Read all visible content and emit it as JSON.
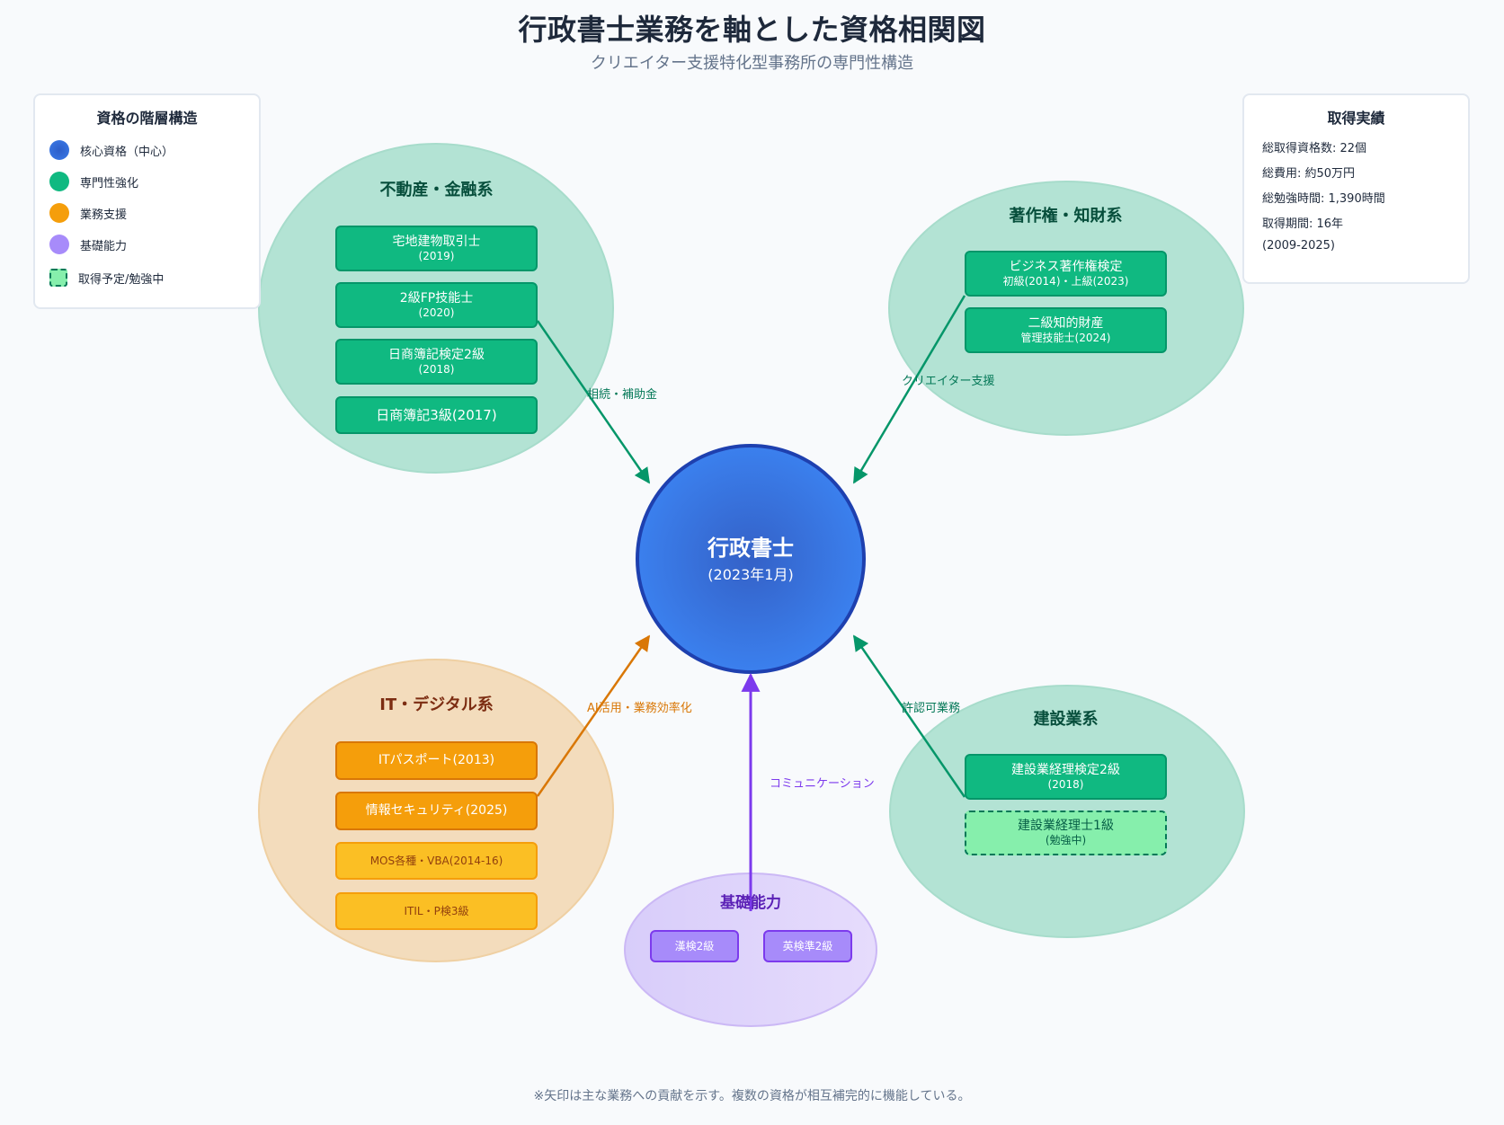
{
  "header": {
    "title": "行政書士業務を軸とした資格相関図",
    "subtitle": "クリエイター支援特化型事務所の専門性構造"
  },
  "legend": {
    "title": "資格の階層構造",
    "items": [
      {
        "label": "核心資格（中心）",
        "icon": "blue-circle"
      },
      {
        "label": "専門性強化",
        "icon": "green-circle"
      },
      {
        "label": "業務支援",
        "icon": "orange-circle"
      },
      {
        "label": "基礎能力",
        "icon": "purple-circle"
      },
      {
        "label": "取得予定/勉強中",
        "icon": "dashed-square"
      }
    ]
  },
  "stats": {
    "title": "取得実績",
    "lines": [
      "総取得資格数: 22個",
      "総費用: 約50万円",
      "総勉強時間: 1,390時間",
      "取得期間: 16年",
      "(2009-2025)"
    ]
  },
  "colors": {
    "core": "#3b82f6",
    "specialty": "#10b981",
    "support": "#f59e0b",
    "foundation": "#a78bfa",
    "planned": "#86efac",
    "arrow_green": "#059669",
    "arrow_orange": "#d97706",
    "arrow_purple": "#7c3aed"
  },
  "center": {
    "name": "行政書士",
    "date": "(2023年1月)"
  },
  "groups": {
    "realestate": {
      "title": "不動産・金融系",
      "items": [
        {
          "name": "宅地建物取引士",
          "sub": "(2019)"
        },
        {
          "name": "2級FP技能士",
          "sub": "(2020)"
        },
        {
          "name": "日商簿記検定2級",
          "sub": "(2018)"
        },
        {
          "name": "日商簿記3級(2017)",
          "sub": ""
        }
      ],
      "arrow_label": "相続・補助金"
    },
    "copyright": {
      "title": "著作権・知財系",
      "items": [
        {
          "name": "ビジネス著作権検定",
          "sub": "初級(2014)・上級(2023)"
        },
        {
          "name": "二級知的財産",
          "sub": "管理技能士(2024)"
        }
      ],
      "arrow_label": "クリエイター支援"
    },
    "it": {
      "title": "IT・デジタル系",
      "items": [
        {
          "name": "ITパスポート(2013)",
          "sub": ""
        },
        {
          "name": "情報セキュリティ(2025)",
          "sub": ""
        },
        {
          "name": "MOS各種・VBA(2014-16)",
          "sub": ""
        },
        {
          "name": "ITIL・P検3級",
          "sub": ""
        }
      ],
      "arrow_label": "AI活用・業務効率化"
    },
    "construction": {
      "title": "建設業系",
      "items": [
        {
          "name": "建設業経理検定2級",
          "sub": "(2018)"
        },
        {
          "name": "建設業経理士1級",
          "sub": "(勉強中)"
        }
      ],
      "arrow_label": "許認可業務"
    },
    "foundation": {
      "title": "基礎能力",
      "items": [
        {
          "name": "漢検2級"
        },
        {
          "name": "英検準2級"
        }
      ],
      "arrow_label": "コミュニケーション"
    }
  },
  "footnote": "※矢印は主な業務への貢献を示す。複数の資格が相互補完的に機能している。"
}
